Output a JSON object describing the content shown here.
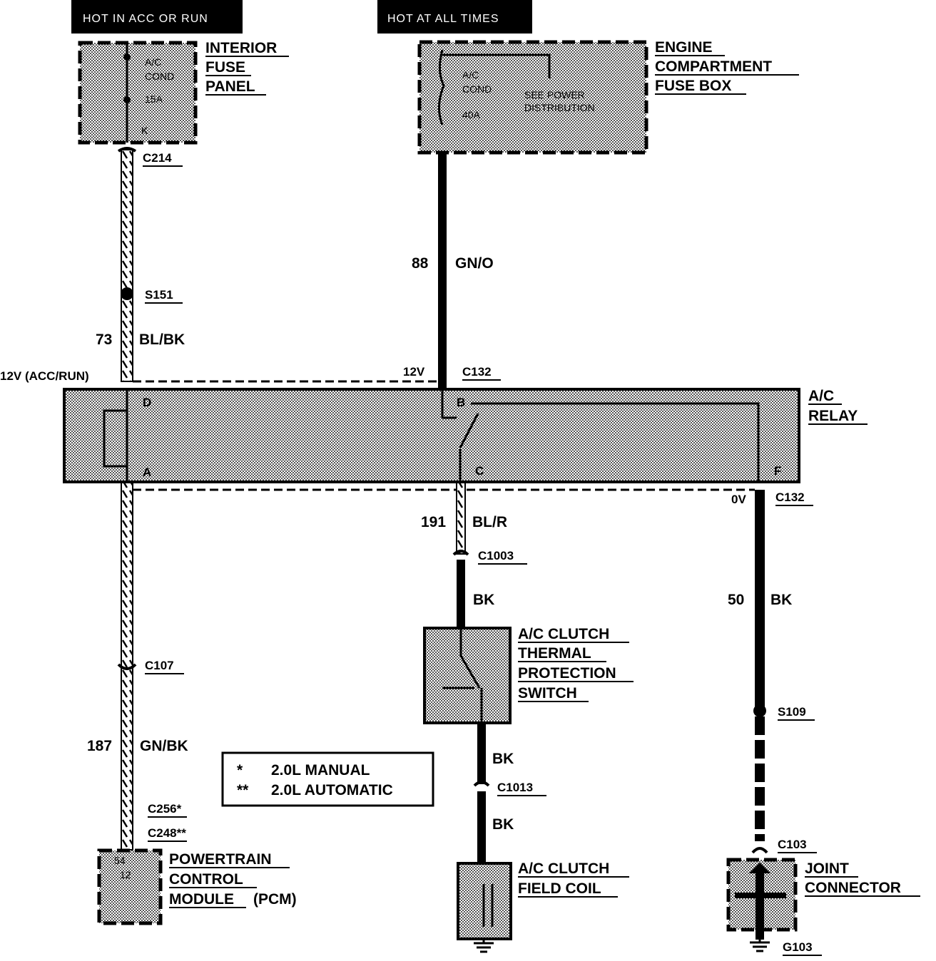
{
  "headers": {
    "acc_run": "HOT IN ACC OR RUN",
    "all_times": "HOT AT ALL TIMES"
  },
  "interior_fuse_panel": {
    "lines": [
      "INTERIOR",
      "FUSE",
      "PANEL"
    ],
    "fuse": [
      "A/C",
      "COND",
      "15A"
    ],
    "pin": "K"
  },
  "engine_fuse_box": {
    "lines": [
      "ENGINE",
      "COMPARTMENT",
      "FUSE BOX"
    ],
    "fuse": [
      "A/C",
      "COND",
      "40A"
    ],
    "note": [
      "SEE POWER",
      "DISTRIBUTION"
    ]
  },
  "relay": {
    "lines": [
      "A/C",
      "RELAY"
    ],
    "pins": [
      "D",
      "A",
      "B",
      "C",
      "F"
    ]
  },
  "connectors": {
    "c214": "C214",
    "s151": "S151",
    "c132a": "C132",
    "c132b": "C132",
    "c107": "C107",
    "c256": "C256*",
    "c248": "C248**",
    "c1003": "C1003",
    "c1013": "C1013",
    "s109": "S109",
    "c103": "C103",
    "g103": "G103"
  },
  "wires": {
    "w73": {
      "circuit": "73",
      "color": "BL/BK"
    },
    "w88": {
      "circuit": "88",
      "color": "GN/O"
    },
    "w187": {
      "circuit": "187",
      "color": "GN/BK"
    },
    "w191": {
      "circuit": "191",
      "color": "BL/R"
    },
    "w50": {
      "circuit": "50",
      "color": "BK"
    },
    "bk1": "BK",
    "bk2": "BK",
    "bk3": "BK"
  },
  "voltages": {
    "acc_run": "12V (ACC/RUN)",
    "c132_12v": "12V",
    "c132_0v": "0V"
  },
  "thermal_switch": {
    "lines": [
      "A/C CLUTCH",
      "THERMAL",
      "PROTECTION",
      "SWITCH"
    ]
  },
  "field_coil": {
    "lines": [
      "A/C CLUTCH",
      "FIELD COIL"
    ]
  },
  "joint_connector": {
    "lines": [
      "JOINT",
      "CONNECTOR"
    ]
  },
  "pcm": {
    "lines": [
      "POWERTRAIN",
      "CONTROL",
      "MODULE"
    ],
    "suffix": "(PCM)",
    "pins": [
      "54",
      "12"
    ]
  },
  "legend": [
    {
      "mark": "*",
      "text": "2.0L MANUAL"
    },
    {
      "mark": "**",
      "text": "2.0L AUTOMATIC"
    }
  ]
}
